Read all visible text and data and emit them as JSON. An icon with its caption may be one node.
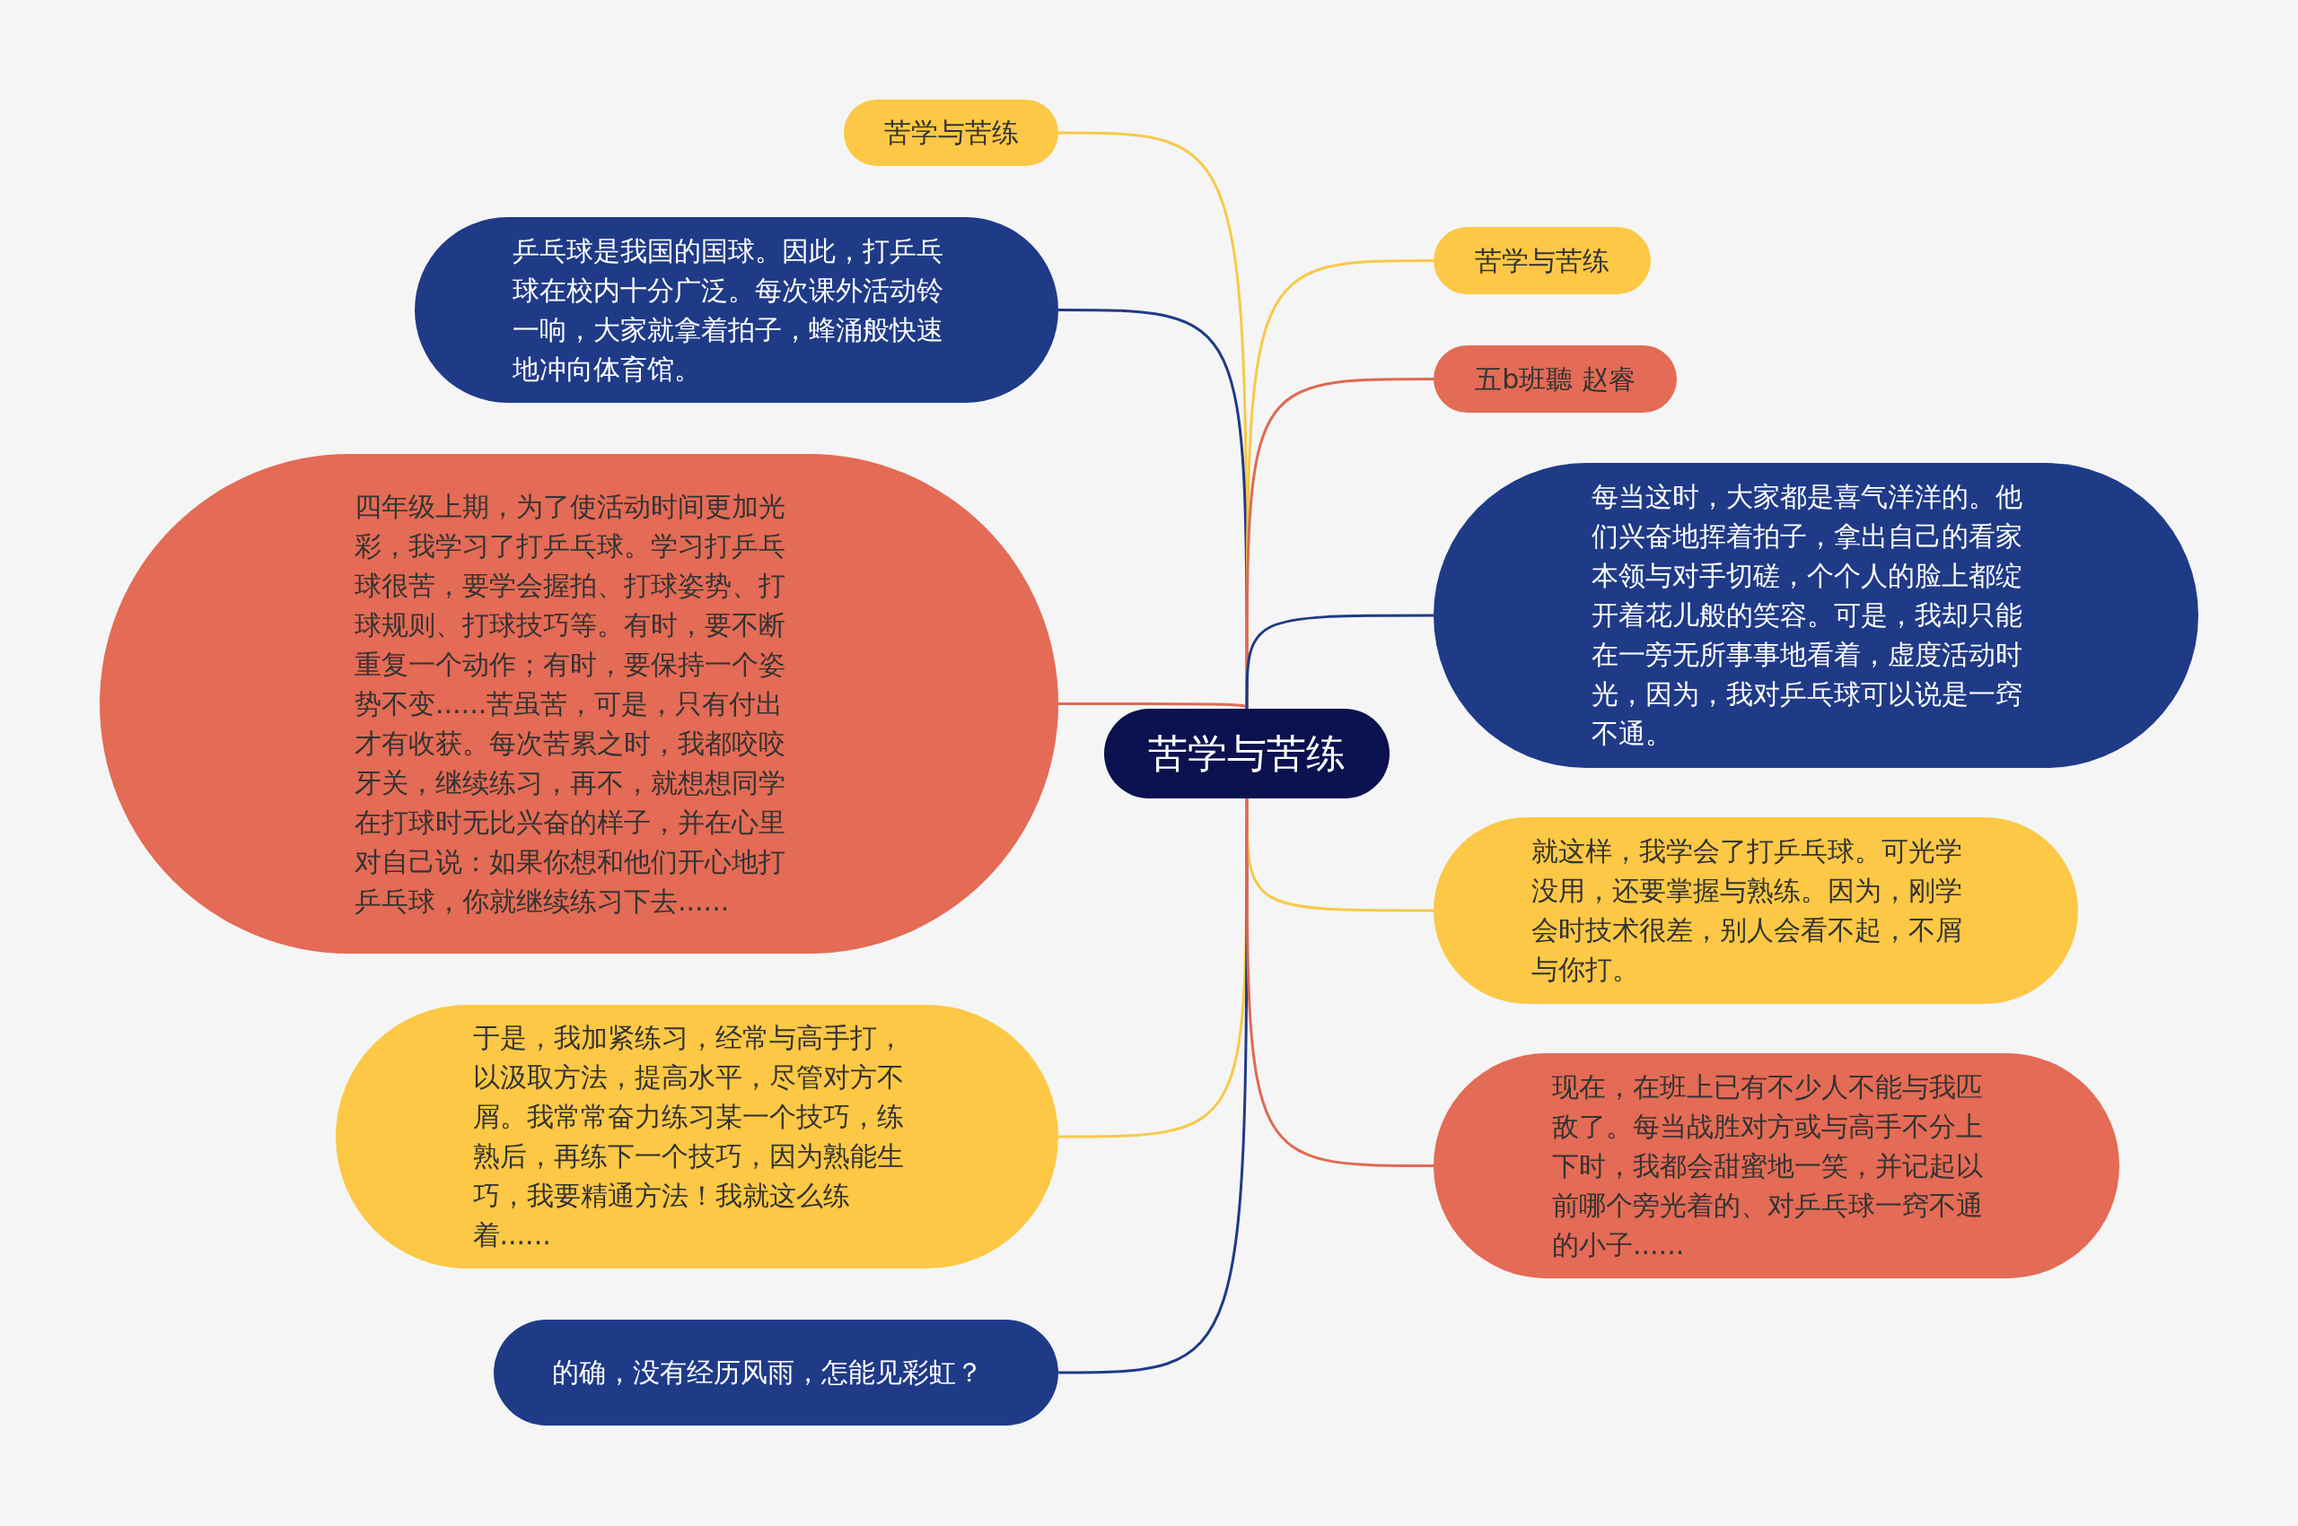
{
  "diagram": {
    "nodes": [
      {
        "text": [
          "苦学与苦练"
        ]
      },
      {
        "text": [
          "苦学与苦练"
        ]
      },
      {
        "text": [
          "乒乓球是我国的国球。因此，打乒乓球在校内十分广泛。每次课外活动铃一响，大家就拿着拍子，蜂涌般快速地冲向体育馆。"
        ]
      },
      {
        "text": [
          "四年级上期，为了使活动时间更加光彩，我学习了打乒乓球。学习打乒乓球很苦，要学会握拍、打球姿势、打球规则、打球技巧等。有时，要不断重复一个动作；有时，要保持一个姿势不变......苦虽苦，可是，只有付出才有收获。每次苦累之时，我都咬咬牙关，继续练习，再不，就想想同学在打球时无比兴奋的样子，并在心里对自己说：如果你想和他们开心地打乒乓球，你就继续练习下去......"
        ]
      },
      {
        "text": [
          "于是，我加紧练习，经常与高手打，以汲取方法，提高水平，尽管对方不屑。我常常奋力练习某一个技巧，练熟后，再练下一个技巧，因为熟能生巧，我要精通方法！我就这么练着......"
        ]
      },
      {
        "text": [
          "的确，没有经历风雨，怎能见彩虹？"
        ]
      },
      {
        "text": [
          "苦学与苦练"
        ]
      },
      {
        "text": [
          "五b班聽 赵睿"
        ]
      },
      {
        "text": [
          "每当这时，大家都是喜气洋洋的。他们兴奋地挥着拍子，拿出自己的看家本领与对手切磋，个个人的脸上都绽开着花儿般的笑容。可是，我却只能在一旁无所事事地看着，虚度活动时光，因为，我对乒乓球可以说是一窍不通。"
        ]
      },
      {
        "text": [
          "就这样，我学会了打乒乓球。可光学没用，还要掌握与熟练。因为，刚学会时技术很差，别人会看不起，不屑与你打。"
        ]
      },
      {
        "text": [
          "现在，在班上已有不少人不能与我匹敌了。每当战胜对方或与高手不分上下时，我都会甜蜜地一笑，并记起以前哪个旁光着的、对乒乓球一窍不通的小子......"
        ]
      }
    ],
    "edges": [
      {
        "from": 0,
        "to": 1,
        "arrow": "none",
        "color": "#f7c948"
      },
      {
        "from": 0,
        "to": 2,
        "arrow": "none",
        "color": "#1f3a87"
      },
      {
        "from": 0,
        "to": 3,
        "arrow": "none",
        "color": "#de6a52"
      },
      {
        "from": 0,
        "to": 4,
        "arrow": "none",
        "color": "#f7c948"
      },
      {
        "from": 0,
        "to": 5,
        "arrow": "none",
        "color": "#1f3a87"
      },
      {
        "from": 0,
        "to": 6,
        "arrow": "none",
        "color": "#f7c948"
      },
      {
        "from": 0,
        "to": 7,
        "arrow": "none",
        "color": "#de6a52"
      },
      {
        "from": 0,
        "to": 8,
        "arrow": "none",
        "color": "#1f3a87"
      },
      {
        "from": 0,
        "to": 9,
        "arrow": "none",
        "color": "#f7c948"
      },
      {
        "from": 0,
        "to": 10,
        "arrow": "none",
        "color": "#de6a52"
      }
    ]
  }
}
